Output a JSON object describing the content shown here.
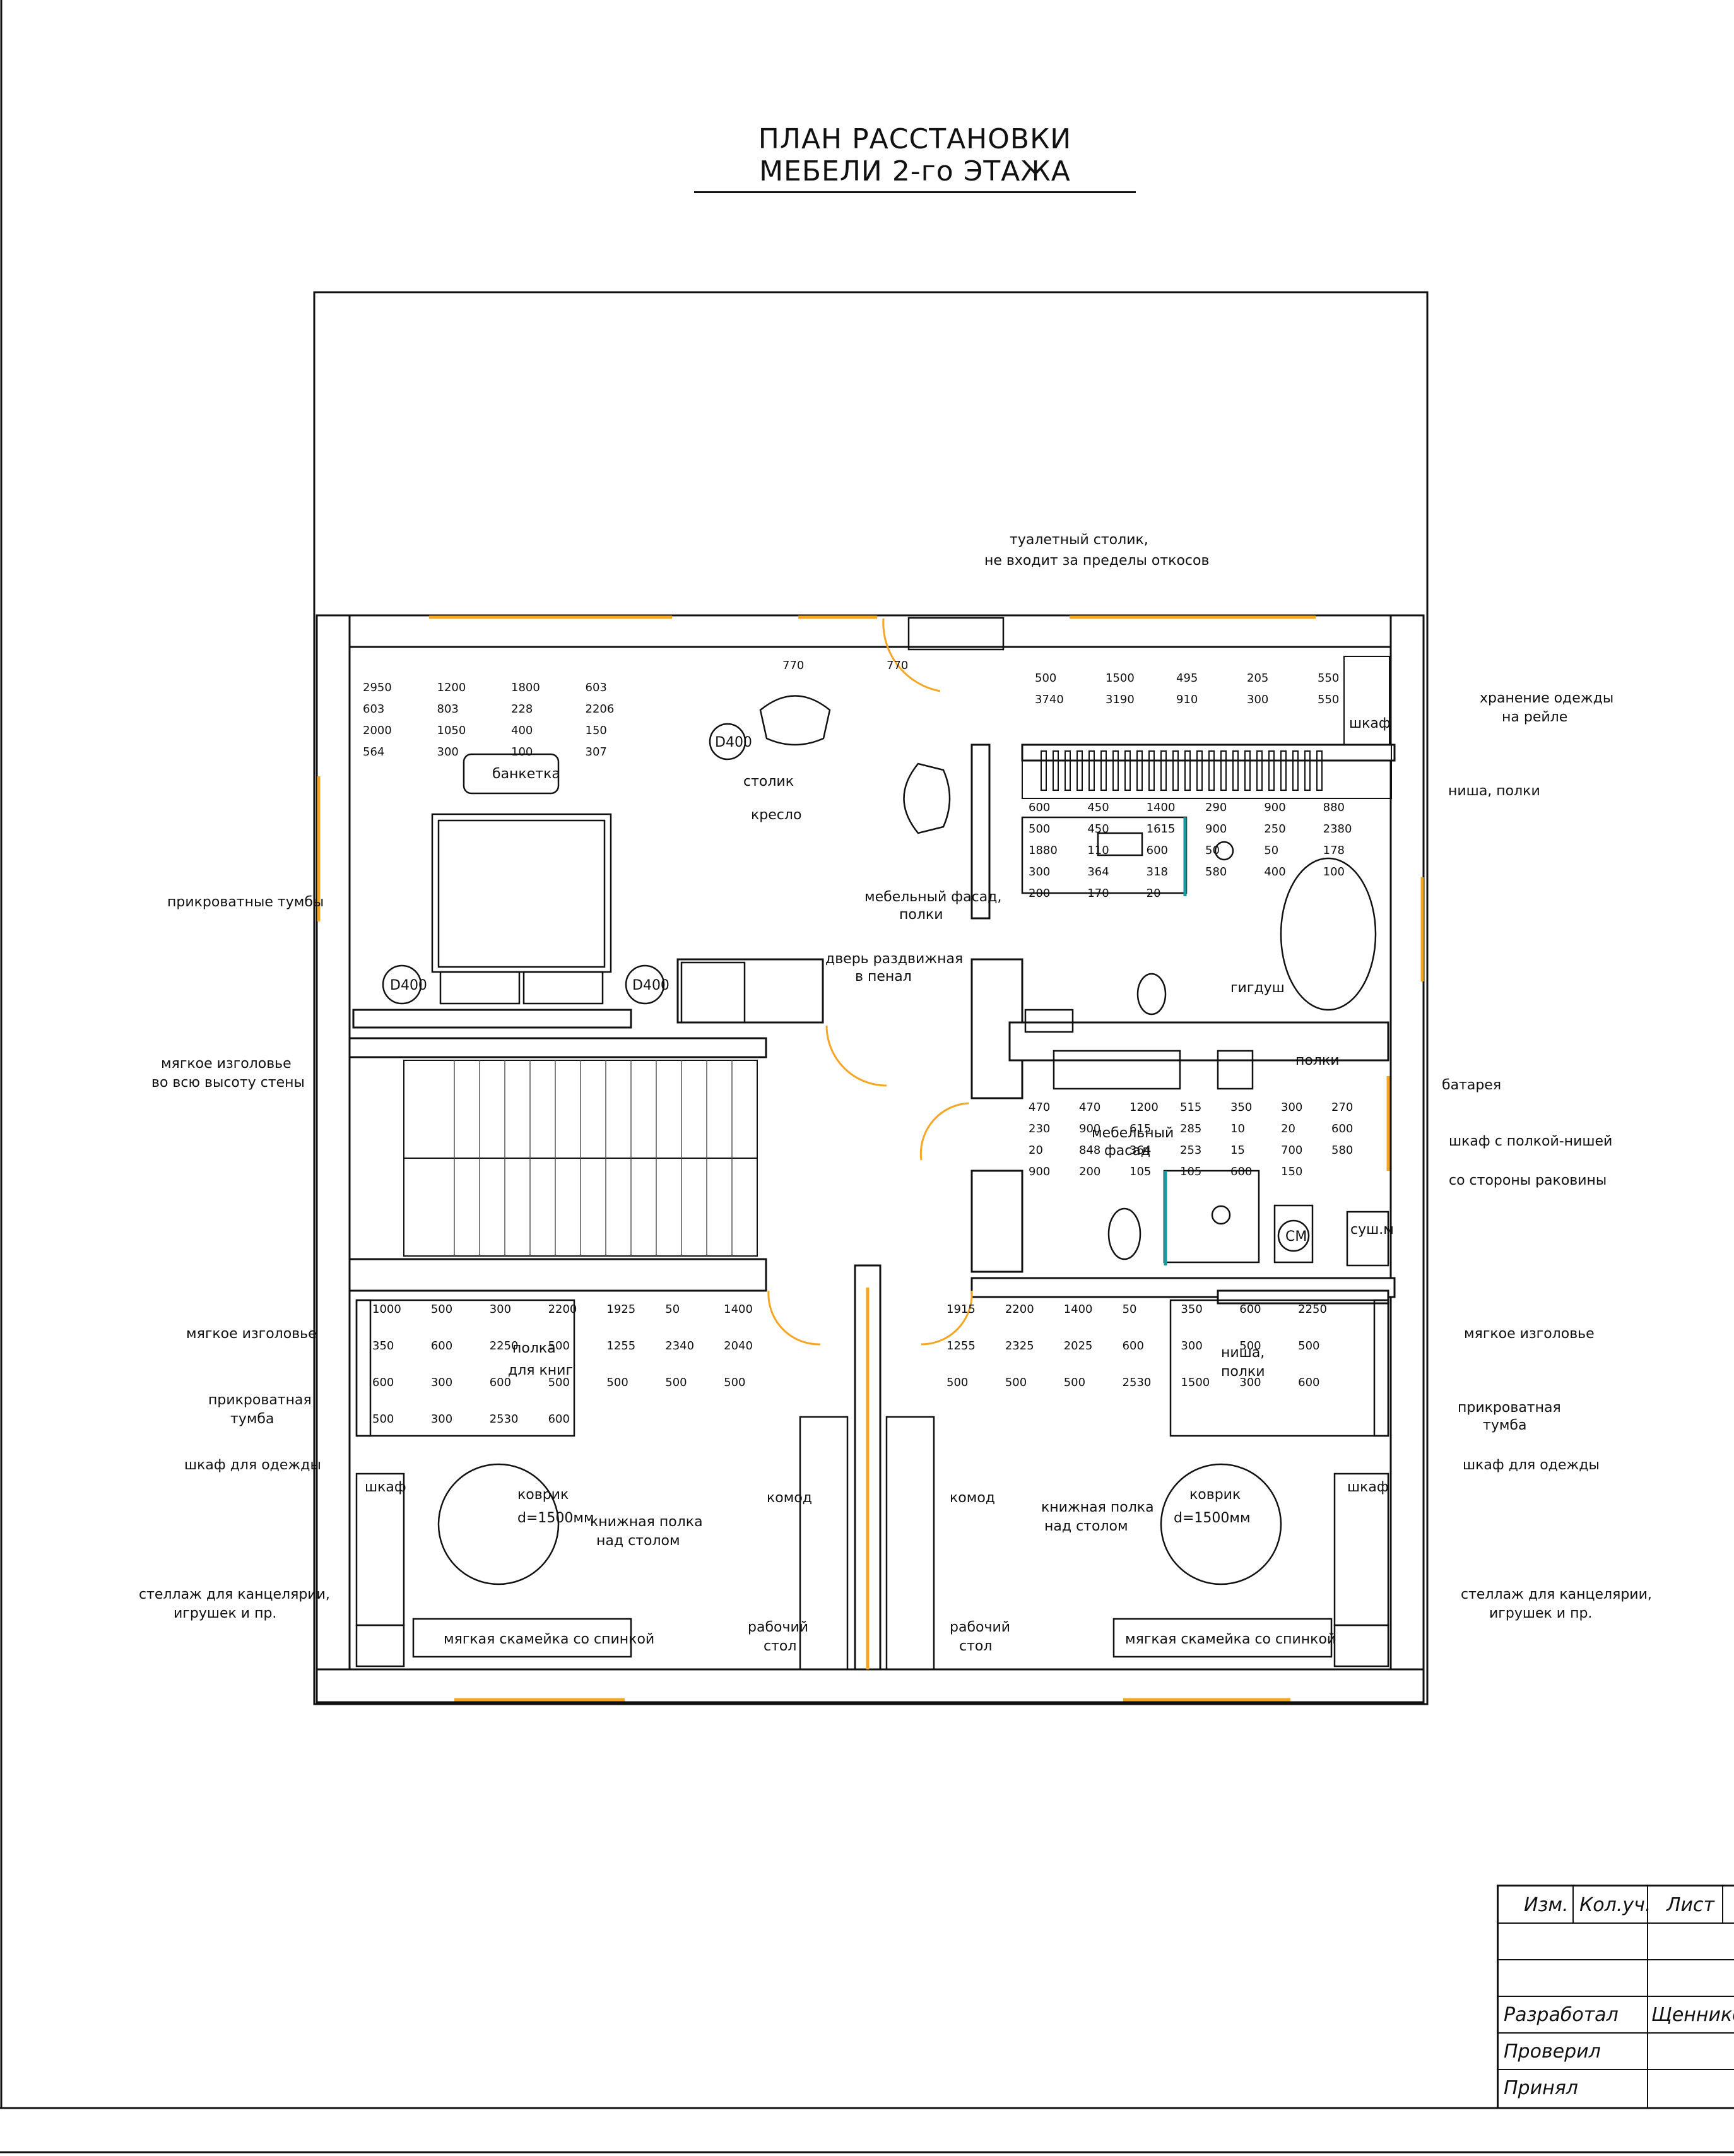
{
  "title": "ПЛАН РАССТАНОВКИ МЕБЕЛИ 2-го ЭТАЖА",
  "rooms": {
    "bedroom": {
      "furniture": [
        "банкетка",
        "D400",
        "D400"
      ],
      "dims": [
        "2950",
        "1200",
        "1800",
        "603",
        "603",
        "803",
        "228",
        "2206",
        "2000",
        "1050",
        "400",
        "150",
        "564",
        "300",
        "100",
        "307"
      ]
    },
    "hall": {
      "furniture": [
        "столик",
        "D400",
        "кресло"
      ],
      "dims": [
        "770",
        "770"
      ]
    },
    "wardrobe": {
      "furniture": [
        "шкаф"
      ],
      "dims": [
        "500",
        "1500",
        "495",
        "205",
        "550",
        "3740",
        "3190",
        "910",
        "300",
        "550"
      ]
    },
    "bathroom_top": {
      "dims": [
        "600",
        "450",
        "1400",
        "290",
        "900",
        "880",
        "500",
        "450",
        "1615",
        "900",
        "250",
        "2380",
        "1880",
        "110",
        "600",
        "50",
        "50",
        "178",
        "300",
        "364",
        "318",
        "580",
        "400",
        "100",
        "200",
        "170",
        "20"
      ],
      "labels": [
        "гигдуш"
      ]
    },
    "bathroom_bottom": {
      "dims": [
        "470",
        "470",
        "1200",
        "515",
        "350",
        "300",
        "270",
        "230",
        "900",
        "615",
        "285",
        "10",
        "20",
        "600",
        "20",
        "848",
        "364",
        "253",
        "15",
        "700",
        "580",
        "900",
        "200",
        "105",
        "105",
        "600",
        "150"
      ],
      "labels": [
        "полки",
        "СМ",
        "суш.м"
      ]
    },
    "kids_left": {
      "labels": [
        "шкаф",
        "коврик",
        "d=1500мм",
        "мягкая скамейка со спинкой"
      ],
      "dims": [
        "1000",
        "500",
        "300",
        "2200",
        "1925",
        "50",
        "1400",
        "350",
        "600",
        "2250",
        "500",
        "1255",
        "2340",
        "2040",
        "600",
        "300",
        "600",
        "500",
        "500",
        "500",
        "500",
        "500",
        "300",
        "2530",
        "600"
      ]
    },
    "kids_right": {
      "labels": [
        "шкаф",
        "коврик",
        "d=1500мм",
        "мягкая скамейка со спинкой"
      ],
      "dims": [
        "1915",
        "2200",
        "1400",
        "50",
        "350",
        "600",
        "2250",
        "1255",
        "2325",
        "2025",
        "600",
        "300",
        "500",
        "500",
        "500",
        "500",
        "500",
        "2530",
        "1500",
        "300",
        "600"
      ]
    }
  },
  "callouts": [
    {
      "text": "туалетный столик,"
    },
    {
      "text": "не входит за пределы откосов"
    },
    {
      "text": "хранение одежды"
    },
    {
      "text": "на рейле"
    },
    {
      "text": "ниша, полки"
    },
    {
      "text": "мебельный фасад,"
    },
    {
      "text": "полки"
    },
    {
      "text": "дверь раздвижная"
    },
    {
      "text": "в пенал"
    },
    {
      "text": "прикроватные тумбы"
    },
    {
      "text": "мягкое изголовье"
    },
    {
      "text": "во всю высоту стены"
    },
    {
      "text": "батарея"
    },
    {
      "text": "шкаф с полкой-нишей"
    },
    {
      "text": "со стороны раковины"
    },
    {
      "text": "мебельный"
    },
    {
      "text": "фасад"
    },
    {
      "text": "ниша,"
    },
    {
      "text": "полки"
    },
    {
      "text": "мягкое изголовье"
    },
    {
      "text": "полка"
    },
    {
      "text": "для книг"
    },
    {
      "text": "мягкое изголовье"
    },
    {
      "text": "прикроватная"
    },
    {
      "text": "тумба"
    },
    {
      "text": "прикроватная"
    },
    {
      "text": "тумба"
    },
    {
      "text": "шкаф для одежды"
    },
    {
      "text": "шкаф для одежды"
    },
    {
      "text": "комод"
    },
    {
      "text": "комод"
    },
    {
      "text": "книжная полка"
    },
    {
      "text": "над столом"
    },
    {
      "text": "книжная полка"
    },
    {
      "text": "над столом"
    },
    {
      "text": "стеллаж для канцелярии,"
    },
    {
      "text": "игрушек и пр."
    },
    {
      "text": "стеллаж для канцелярии,"
    },
    {
      "text": "игрушек и пр."
    },
    {
      "text": "рабочий"
    },
    {
      "text": "стол"
    },
    {
      "text": "рабочий"
    },
    {
      "text": "стол"
    }
  ],
  "stamp": {
    "izm": "Изм.",
    "kol": "Кол.уч.",
    "list": "Лист",
    "developed": "Разработал",
    "developer_name": "Щенникова",
    "checked": "Проверил",
    "accepted": "Принял"
  },
  "colors": {
    "line": "#111111",
    "window": "#f5a623",
    "accent": "#1a9aa0"
  }
}
